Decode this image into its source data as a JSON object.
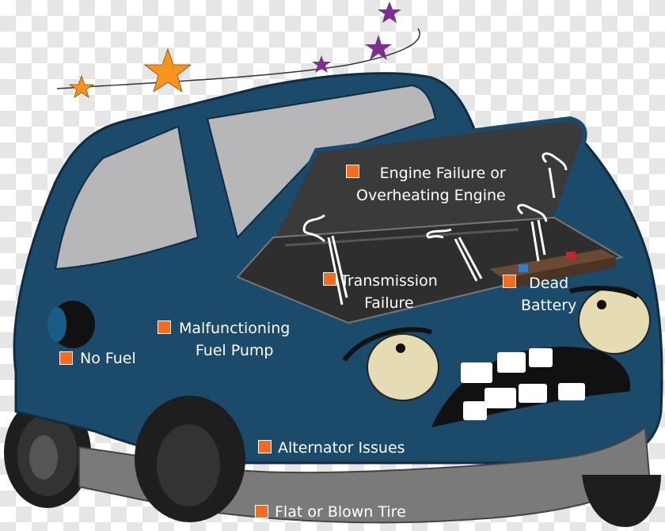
{
  "labels": {
    "engine": [
      "Engine Failure or",
      "Overheating Engine"
    ],
    "transmission": [
      "Transmission",
      "Failure"
    ],
    "battery": [
      "Dead",
      "Battery"
    ],
    "fuel_pump": [
      "Malfunctioning",
      "Fuel Pump"
    ],
    "no_fuel": "No Fuel",
    "alternator": "Alternator Issues",
    "tire": "Flat or Blown Tire"
  },
  "colors": {
    "body": "#1b4a6b",
    "body_dark": "#133854",
    "window": "#b7b7b9",
    "engine_bay": "#3a3a3a",
    "bumper": "#7a7a7a",
    "tire": "#2b2b2b",
    "bullet": "#f26c21",
    "star_orange": "#f7941d",
    "star_purple": "#7b2f8e"
  },
  "icons": [
    "dizzy-stars-icon",
    "steam-icon",
    "battery-icon",
    "bullet-square-icon"
  ]
}
